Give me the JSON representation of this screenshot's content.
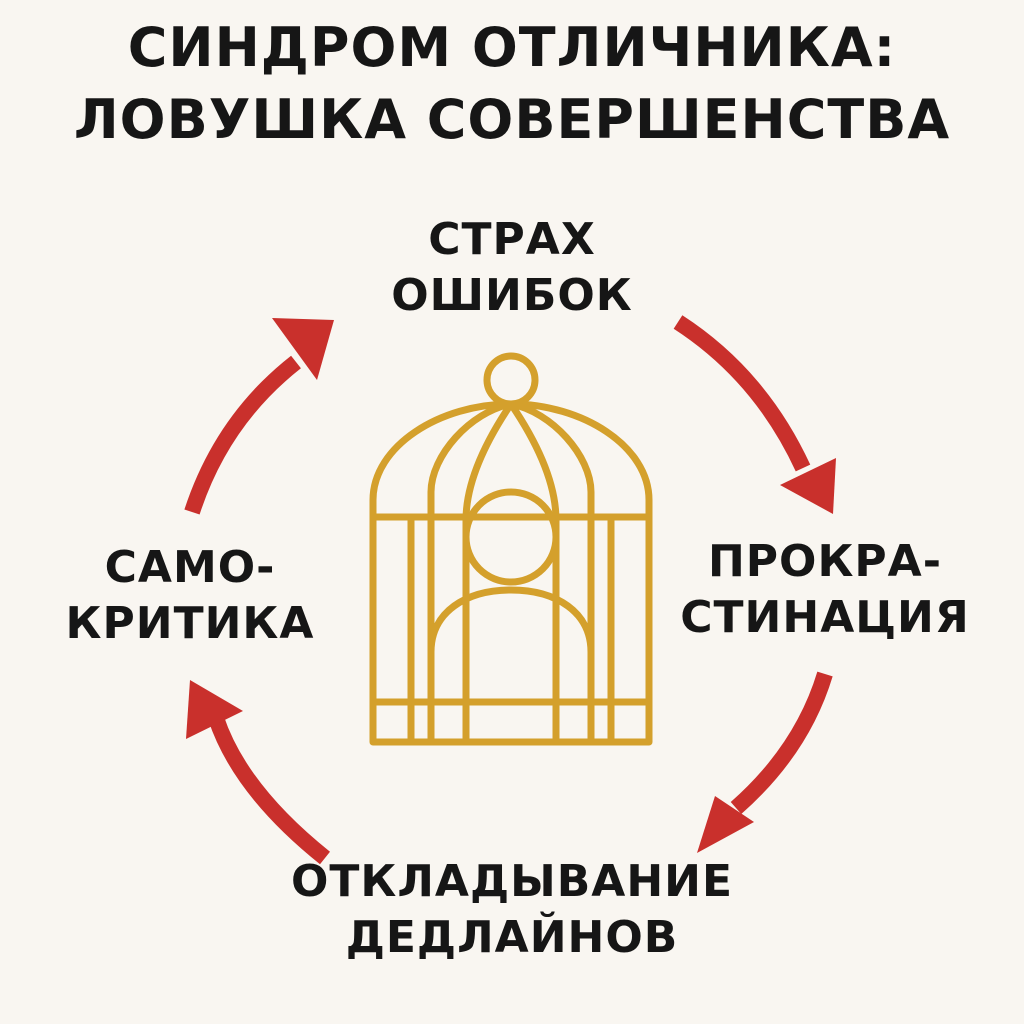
{
  "title": {
    "line1": "СИНДРОМ ОТЛИЧНИКА:",
    "line2": "ЛОВУШКА СОВЕРШЕНСТВА"
  },
  "cycle": {
    "top": {
      "line1": "СТРАХ",
      "line2": "ОШИБОК"
    },
    "right": {
      "line1": "ПРОКРА-",
      "line2": "СТИНАЦИЯ"
    },
    "bottom": {
      "line1": "ОТКЛАДЫВАНИЕ",
      "line2": "ДЕДЛАЙНОВ"
    },
    "left": {
      "line1": "САМО-",
      "line2": "КРИТИКА"
    }
  },
  "colors": {
    "background": "#f9f6f1",
    "text": "#161616",
    "arrow": "#c9302c",
    "cage": "#d4a02c"
  },
  "center_icon": "person-in-birdcage-icon"
}
